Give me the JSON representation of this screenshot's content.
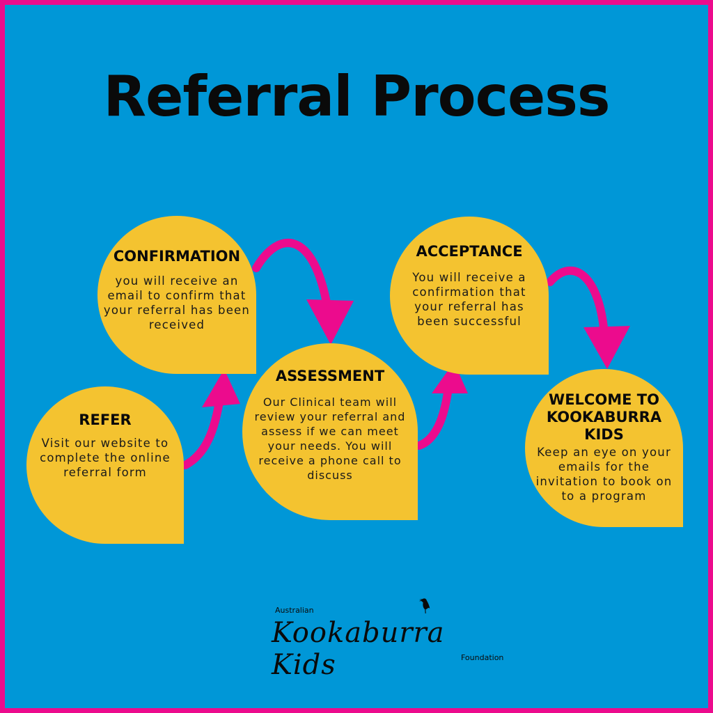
{
  "title": "Referral Process",
  "steps": [
    {
      "title": "REFER",
      "text": "Visit our website to complete the online referral form"
    },
    {
      "title": "CONFIRMATION",
      "text": "you will receive an email to confirm that your referral has been received"
    },
    {
      "title": "ASSESSMENT",
      "text": "Our Clinical team will review your referral and assess if we can meet your needs. You will receive a phone call to discuss"
    },
    {
      "title": "ACCEPTANCE",
      "text": "You will receive a confirmation that your referral has been successful"
    },
    {
      "title": "WELCOME TO KOOKABURRA KIDS",
      "text": "Keep an eye on your emails for the invitation to book on to a program"
    }
  ],
  "logo": {
    "top": "Australian",
    "main": "Kookaburra Kids",
    "bottom": "Foundation"
  },
  "colors": {
    "border": "#EC0B8D",
    "background": "#0097D7",
    "bubble": "#F4C330",
    "arrow": "#EC0B8D"
  }
}
